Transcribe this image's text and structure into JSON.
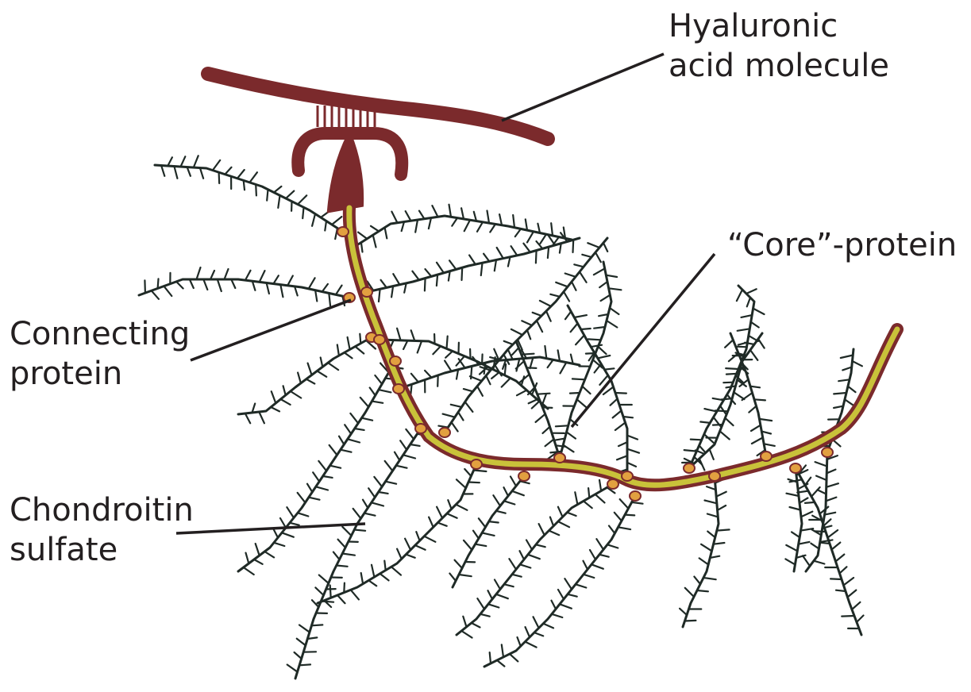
{
  "labels": {
    "hyaluronic": {
      "line1": "Hyaluronic",
      "line2": "acid molecule"
    },
    "core": {
      "line1": "“Core”-protein"
    },
    "connecting": {
      "line1": "Connecting",
      "line2": "protein"
    },
    "chondroitin": {
      "line1": "Chondroitin",
      "line2": "sulfate"
    }
  },
  "colors": {
    "hyaluronic_acid": "#7b2a2c",
    "core_protein_fill": "#c9c23a",
    "core_protein_outline": "#7b2a2c",
    "connecting_protein": "#e2a040",
    "chondroitin_sulfate": "#1f2a26",
    "leader_line": "#231f20",
    "label_text": "#231f20"
  }
}
